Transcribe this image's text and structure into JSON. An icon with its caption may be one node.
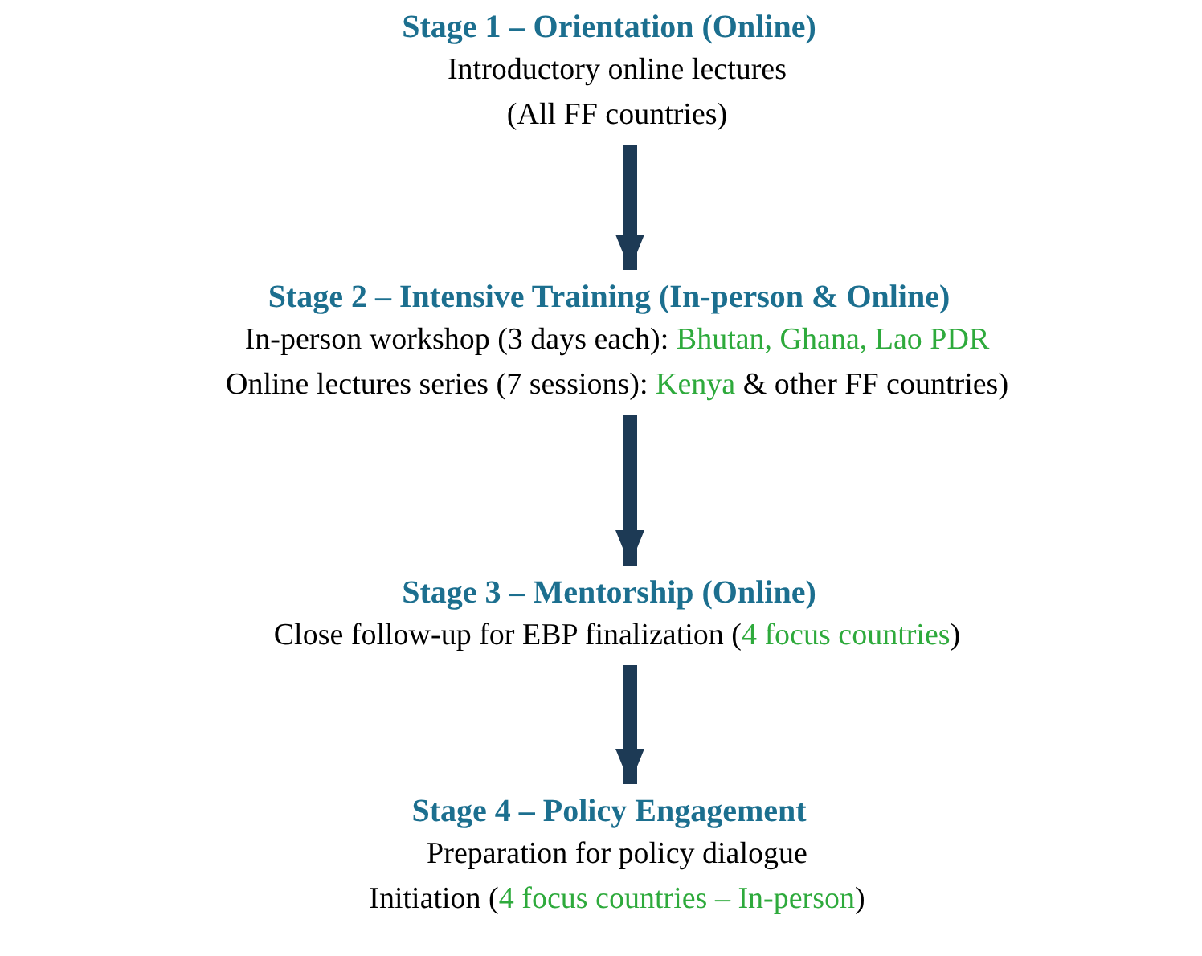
{
  "diagram": {
    "nodes": [
      {
        "text": [
          "Stage 1 – Orientation (Online)",
          "Introductory online lectures",
          "(All FF countries)"
        ]
      },
      {
        "text": [
          "Stage 2 – Intensive Training (In-person & Online)",
          "In-person workshop (3 days each): *Bhutan, Ghana, Lao PDR*",
          "Online lectures series (7 sessions): *Kenya* & other FF countries)"
        ]
      },
      {
        "text": [
          "Stage 3 – Mentorship (Online)",
          "Close follow-up for EBP finalization (*4 focus countries*)"
        ]
      },
      {
        "text": [
          "Stage 4 – Policy Engagement",
          "Preparation for policy dialogue",
          "Initiation (*4 focus countries – In-person*)"
        ]
      }
    ],
    "edges": [
      {
        "from": 0,
        "to": 1,
        "arrow": "to"
      },
      {
        "from": 1,
        "to": 2,
        "arrow": "to"
      },
      {
        "from": 2,
        "to": 3,
        "arrow": "to"
      }
    ]
  }
}
